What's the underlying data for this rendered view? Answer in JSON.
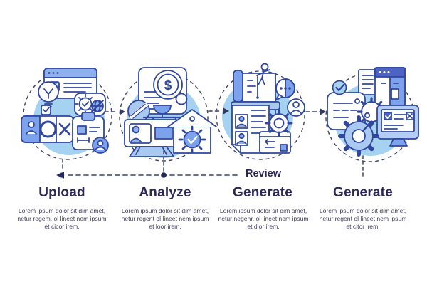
{
  "title": "Process infographic with four steps",
  "steps": [
    {
      "label": "Upload",
      "icon": "upload-cluster-icon",
      "description": "Lorem ipsum dolor sit dim amet, netur regem, ol lineet nem ipsum et cicor irem."
    },
    {
      "label": "Analyze",
      "icon": "analyze-cluster-icon",
      "description": "Lorem ipsum dolor sit dim amet, netur regent ol lineet nem ipsum et loor irem."
    },
    {
      "label": "Generate",
      "sublabel": "Review",
      "icon": "review-cluster-icon",
      "description": "Lorem ipsum dolor sit dim amet, netur negenr. ol lineet nem ipsum et dlor irem."
    },
    {
      "label": "Generate",
      "icon": "generate-cluster-icon",
      "description": "Lorem ipsum dolor sit dim amet, netur regent ol lineet nem ipsum et citor irem."
    }
  ],
  "colors": {
    "circle_fill": "#a6d2f2",
    "icon_stroke": "#31479f",
    "icon_fill_light": "#a9c9f1",
    "icon_fill_mid": "#7da2ec",
    "icon_fill_dark": "#4d64c5",
    "dashed_outline": "#3f4566",
    "connector": "#565c7d",
    "connector_dot": "#26265c",
    "heading_text": "#2b2857",
    "body_text": "#413f5f"
  }
}
